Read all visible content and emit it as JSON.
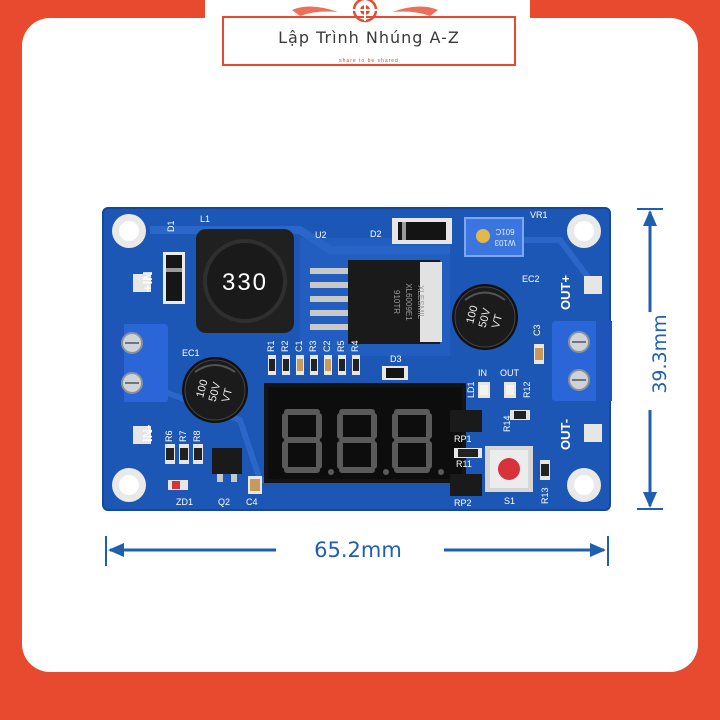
{
  "brand": {
    "title": "Lập Trình Nhúng A-Z",
    "subtitle": "share to be shared"
  },
  "dimensions": {
    "width": "65.2mm",
    "height": "39.3mm"
  },
  "board": {
    "inductor_code": "330",
    "capacitor_in": [
      "100",
      "50V",
      "VT"
    ],
    "capacitor_out": [
      "100",
      "50V",
      "VT"
    ],
    "ic_marking": [
      "XL6009E1",
      "XLESMIL",
      "910TR"
    ],
    "pot_marking": [
      "W103",
      "601C"
    ],
    "input_plus": "+IN",
    "input_minus": "IN-",
    "output_plus": "OUT+",
    "output_minus": "OUT-",
    "display": "8.8.8.",
    "refs": {
      "l1": "L1",
      "d1": "D1",
      "d2": "D2",
      "d3": "D3",
      "u2": "U2",
      "vr1": "VR1",
      "ec1": "EC1",
      "ec2": "EC2",
      "c1": "C1",
      "c2": "C2",
      "c3": "C3",
      "c4": "C4",
      "r1": "R1",
      "r2": "R2",
      "r3": "R3",
      "r4": "R4",
      "r5": "R5",
      "r6": "R6",
      "r7": "R7",
      "r8": "R8",
      "r11": "R11",
      "r12": "R12",
      "r13": "R13",
      "r14": "R14",
      "rp1": "RP1",
      "rp2": "RP2",
      "ld1": "LD1",
      "q2": "Q2",
      "zd1": "ZD1",
      "s1": "S1",
      "in": "IN",
      "out": "OUT"
    }
  },
  "colors": {
    "background": "#e84a2f",
    "pcb": "#1d57b5",
    "pcb_dark": "#123f8a",
    "dimension": "#1f5fb0",
    "terminal": "#2a66d8",
    "button_red": "#d8333a"
  }
}
